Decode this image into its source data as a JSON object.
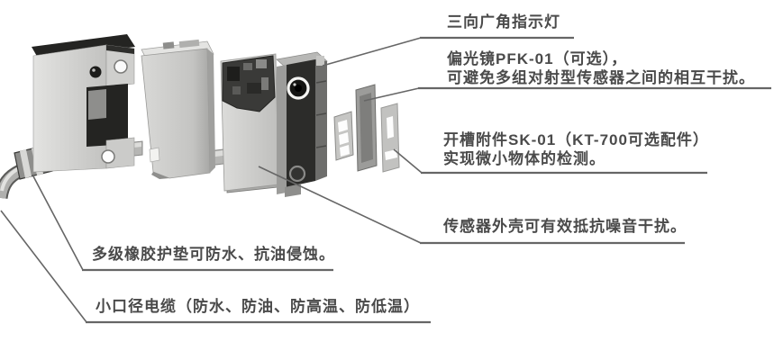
{
  "figure": {
    "kind": "product-feature-callout-diagram",
    "subject": "photoelectric-sensor-exploded-view"
  },
  "colors": {
    "background": "#ffffff",
    "label_text": "#4a4a4a",
    "leader_line": "#666666",
    "housing_light_gray": "#d2d2d0",
    "housing_dark_gray": "#2e2e2c"
  },
  "callouts": [
    {
      "target": "indicator-lamp",
      "lines": [
        "三向广角指示灯"
      ]
    },
    {
      "target": "polarizing-filter",
      "lines": [
        "偏光镜PFK-01（可选），",
        "可避免多组对射型传感器之间的相互干扰。"
      ]
    },
    {
      "target": "slot-attachment",
      "lines": [
        "开槽附件SK-01（KT-700可选配件）",
        "实现微小物体的检测。"
      ]
    },
    {
      "target": "sensor-housing",
      "lines": [
        "传感器外壳可有效抵抗噪音干扰。"
      ]
    },
    {
      "target": "rubber-gasket",
      "lines": [
        "多级橡胶护垫可防水、抗油侵蚀。"
      ]
    },
    {
      "target": "small-diameter-cable",
      "lines": [
        "小口径电缆（防水、防油、防高温、防低温）"
      ]
    }
  ],
  "illustration": {
    "parts": [
      "mounting-bracket",
      "rear-cover",
      "sensor-body",
      "front-cover-with-lens",
      "mounting-clip",
      "polarizing-filter-plate",
      "slot-attachment-plate",
      "rubber-grommet",
      "cable",
      "connecting-rod"
    ]
  }
}
